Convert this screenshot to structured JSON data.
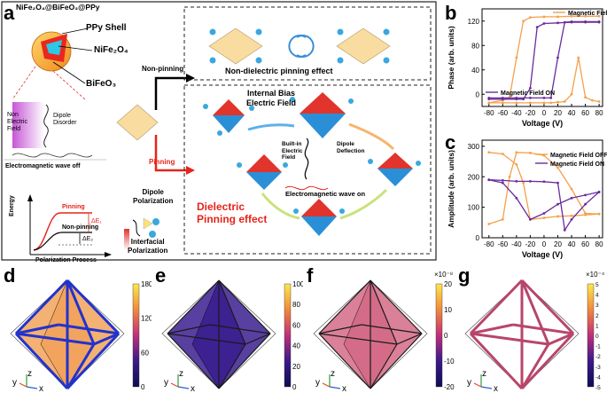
{
  "panel_a": {
    "letter": "a",
    "shell_formula": "NiFe₂O₄@BiFeO₃@PPy",
    "ppy_shell": "PPy Shell",
    "nife2o4": "NiFe₂O₄",
    "bifeo3": "BiFeO₃",
    "non_electric_field": [
      "Non",
      "Electric",
      "Field"
    ],
    "dipole_disorder": [
      "Dipole",
      "Disorder"
    ],
    "em_wave_off": "Electromagnetic wave off",
    "non_pinning": "Non-pinning",
    "pinning": "Pinning",
    "non_dielectric_effect": "Non-dielectric pinning effect",
    "internal_bias": [
      "Internal Bias",
      "Electric Field"
    ],
    "built_in": [
      "Built-in",
      "Electric",
      "Field"
    ],
    "dipole_deflection": [
      "Dipole",
      "Deflection"
    ],
    "em_wave_on": "Electromagnetic wave on",
    "dielectric_pinning": [
      "Dielectric",
      "Pinning effect"
    ],
    "dipole_polarization": [
      "Dipole",
      "Polarization"
    ],
    "interfacial_polarization": [
      "Interfacial",
      "Polarization"
    ],
    "energy_axis": "Energy",
    "polarization_axis": "Polarization Process",
    "energy_pinning": "Pinning",
    "energy_non_pinning": "Non-pinning",
    "delta_e1": "ΔE₁",
    "delta_e2": "ΔE₂"
  },
  "panel_b": {
    "letter": "b",
    "colors": {
      "off": "#f5a04a",
      "on": "#6a2b9e"
    },
    "chart_data": {
      "type": "line",
      "xlabel": "Voltage (V)",
      "ylabel": "Phase (arb. units)",
      "xlim": [
        -90,
        85
      ],
      "ylim": [
        -20,
        140
      ],
      "xticks": [
        -80,
        -60,
        -40,
        -20,
        0,
        20,
        40,
        60,
        80
      ],
      "yticks": [
        0,
        40,
        80,
        120
      ],
      "series": [
        {
          "name": "Magnetic Field OFF",
          "forward": {
            "x": [
              -80,
              -60,
              -40,
              -20,
              0,
              10,
              20,
              30,
              40,
              50,
              60,
              70,
              80
            ],
            "y": [
              -14,
              -14,
              -14,
              -14,
              -14,
              -14,
              -13,
              -12,
              0,
              60,
              -5,
              -10,
              -12
            ]
          },
          "reverse": {
            "x": [
              80,
              60,
              40,
              20,
              0,
              -20,
              -30,
              -40,
              -50,
              -60,
              -80
            ],
            "y": [
              128,
              128,
              128,
              127,
              127,
              126,
              120,
              60,
              -5,
              -10,
              -14
            ]
          }
        },
        {
          "name": "Magnetic Field ON",
          "forward": {
            "x": [
              -80,
              -60,
              -40,
              -20,
              0,
              10,
              20,
              30,
              40,
              60,
              80
            ],
            "y": [
              -6,
              -6,
              -6,
              -6,
              -6,
              -6,
              60,
              118,
              119,
              119,
              119
            ]
          },
          "reverse": {
            "x": [
              80,
              60,
              40,
              20,
              0,
              -10,
              -20,
              -30,
              -40,
              -60,
              -80
            ],
            "y": [
              118,
              118,
              118,
              117,
              116,
              110,
              10,
              -8,
              -8,
              -8,
              -8
            ]
          }
        }
      ],
      "legend": [
        "Magnetic Field OFF",
        "Magnetic Field ON"
      ]
    }
  },
  "panel_c": {
    "letter": "c",
    "chart_data": {
      "type": "line",
      "xlabel": "Voltage (V)",
      "ylabel": "Amplitude (arb. units)",
      "xlim": [
        -90,
        85
      ],
      "ylim": [
        0,
        320
      ],
      "xticks": [
        -80,
        -60,
        -40,
        -20,
        0,
        20,
        40,
        60,
        80
      ],
      "yticks": [
        0,
        100,
        200,
        300
      ],
      "series": [
        {
          "name": "Magnetic Field OFF",
          "forward": {
            "x": [
              -80,
              -60,
              -40,
              -30,
              -20,
              0,
              20,
              40,
              60,
              80
            ],
            "y": [
              280,
              275,
              240,
              180,
              60,
              65,
              70,
              72,
              75,
              78
            ]
          },
          "reverse": {
            "x": [
              80,
              60,
              40,
              20,
              0,
              -20,
              -40,
              -50,
              -60,
              -80
            ],
            "y": [
              78,
              80,
              160,
              230,
              270,
              278,
              280,
              200,
              60,
              45
            ]
          }
        },
        {
          "name": "Magnetic Field ON",
          "forward": {
            "x": [
              -80,
              -60,
              -40,
              -20,
              0,
              20,
              30,
              40,
              60,
              80
            ],
            "y": [
              190,
              188,
              185,
              185,
              184,
              180,
              25,
              60,
              110,
              150
            ]
          },
          "reverse": {
            "x": [
              80,
              60,
              40,
              20,
              0,
              -20,
              -40,
              -60,
              -80
            ],
            "y": [
              150,
              140,
              130,
              110,
              80,
              60,
              130,
              180,
              190
            ]
          }
        }
      ],
      "legend": [
        "Magnetic Field OFF",
        "Magnetic Field ON"
      ]
    }
  },
  "bottom": {
    "axes_y": "y",
    "axes_z": "z",
    "axes_x": "x",
    "panels": [
      {
        "letter": "d",
        "colorbar_ticks": [
          "180",
          "120",
          "60",
          "0"
        ],
        "multiplier": ""
      },
      {
        "letter": "e",
        "colorbar_ticks": [
          "100",
          "80",
          "60",
          "40",
          "20",
          "0"
        ],
        "multiplier": ""
      },
      {
        "letter": "f",
        "colorbar_ticks": [
          "20",
          "10",
          "0",
          "-10",
          "-20"
        ],
        "multiplier": "×10⁻⁸"
      },
      {
        "letter": "g",
        "colorbar_ticks": [
          "5",
          "4",
          "3",
          "2",
          "1",
          "0",
          "-1",
          "-2",
          "-3",
          "-4",
          "-5"
        ],
        "multiplier": "×10⁻⁴"
      }
    ]
  }
}
